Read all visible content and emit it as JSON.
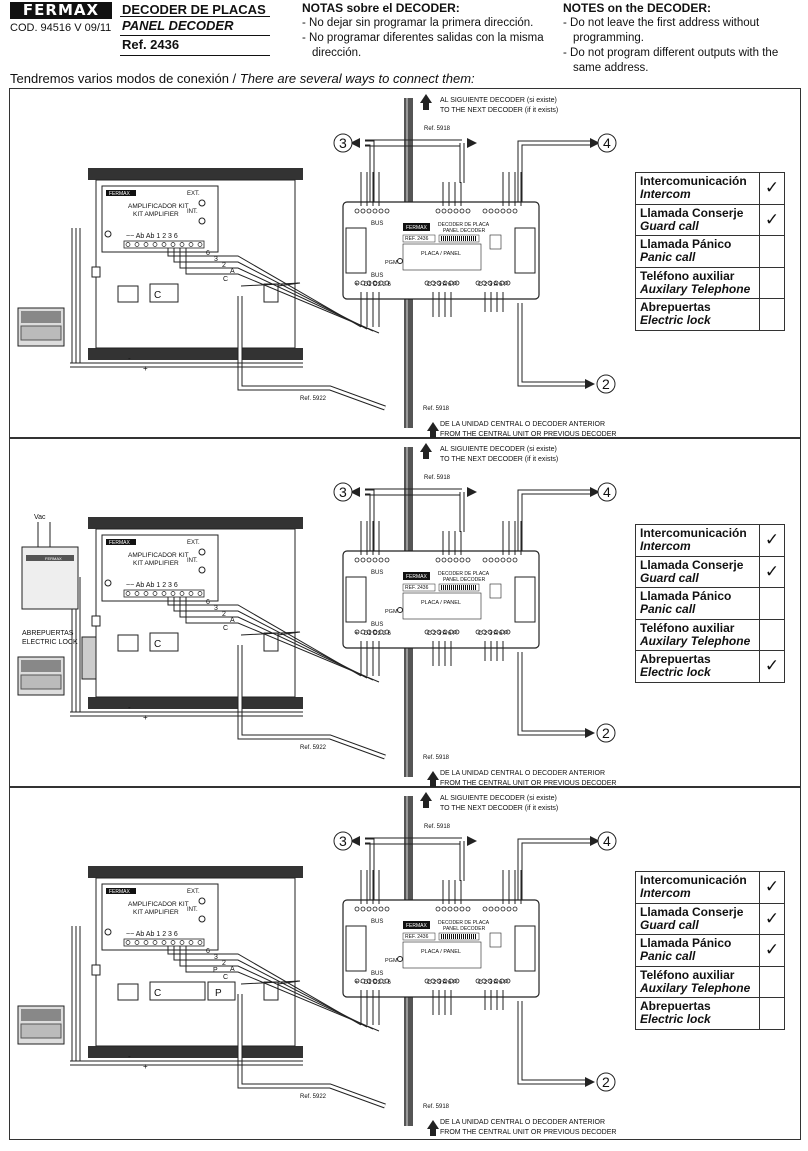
{
  "header": {
    "brand": "FERMAX",
    "code": "COD. 94516   V 09/11",
    "title": "DECODER DE PLACAS",
    "subtitle": "PANEL DECODER",
    "ref": "Ref. 2436"
  },
  "notes_es": {
    "heading": "NOTAS sobre el DECODER:",
    "items": [
      "- No dejar sin programar la primera dirección.",
      "- No programar diferentes salidas con la misma dirección."
    ]
  },
  "notes_en": {
    "heading": "NOTES on the DECODER:",
    "items": [
      "- Do not leave the first address without programming.",
      "- Do not program different outputs with the same address."
    ]
  },
  "intro": {
    "es": "Tendremos varios modos de conexión / ",
    "en": "There are several ways to connect them:"
  },
  "labels": {
    "next_es": "AL SIGUIENTE DECODER (si existe)",
    "next_en": "TO THE NEXT DECODER (if it exists)",
    "prev_es": "DE LA UNIDAD CENTRAL O DECODER ANTERIOR",
    "prev_en": "FROM THE CENTRAL UNIT OR PREVIOUS DECODER",
    "ref5918": "Ref. 5918",
    "ref5922": "Ref. 5922",
    "amp1": "AMPLIFICADOR KIT",
    "amp2": "KIT AMPLIFIER",
    "ext": "EXT.",
    "int": "INT.",
    "terms": "~~ Ab Ab 1 2 3 6",
    "dec_title1": "DECODER DE PLACA",
    "dec_title2": "PANEL DECODER",
    "dec_ref": "REF. 2436",
    "dec_panel": "PLACA / PANEL",
    "bus": "BUS",
    "pgm": "PGM",
    "dec_left": "+ - D1 D2 2 6",
    "dec_mid": "C 2 3 A 6 P",
    "dec_right": "C 2 3 A 6 P",
    "vac": "Vac",
    "lock_es": "ABREPUERTAS",
    "lock_en": "ELECTRIC LOCK",
    "n2": "2",
    "n3": "3",
    "n4": "4",
    "wC": "C",
    "wP": "P",
    "w6": "6",
    "w3": "3",
    "w2": "2",
    "wA": "A",
    "plus": "+",
    "minus": "-"
  },
  "functions": [
    {
      "es": "Intercomunicación",
      "en": "Intercom"
    },
    {
      "es": "Llamada Conserje",
      "en": "Guard call"
    },
    {
      "es": "Llamada Pánico",
      "en": "Panic call"
    },
    {
      "es": "Teléfono auxiliar",
      "en": "Auxilary Telephone"
    },
    {
      "es": "Abrepuertas",
      "en": "Electric lock"
    }
  ],
  "check_mark": "✓",
  "diagrams": [
    {
      "name": "diagram-1",
      "checked": [
        true,
        true,
        false,
        false,
        false
      ]
    },
    {
      "name": "diagram-2",
      "checked": [
        true,
        true,
        false,
        false,
        true
      ]
    },
    {
      "name": "diagram-3",
      "checked": [
        true,
        true,
        true,
        false,
        false
      ]
    }
  ]
}
